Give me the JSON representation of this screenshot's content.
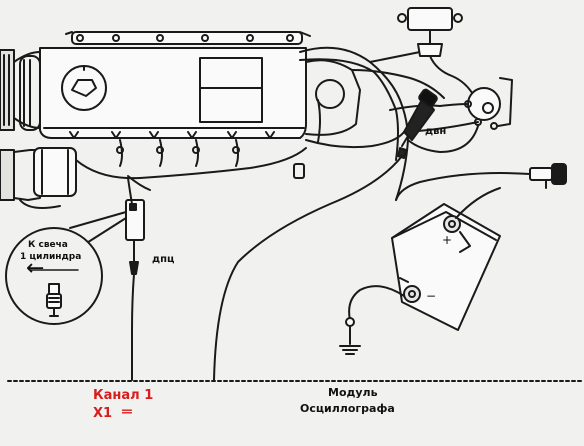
{
  "labels": {
    "sensor_dvn": "двн",
    "sensor_dpts": "дпц",
    "plug_line1": "К свеча",
    "plug_line2": "1 цилиндра",
    "arrow_glyph": "←",
    "channel": "Канал 1",
    "connector": "X1",
    "connector_symbol": "═",
    "module_line1": "Модуль",
    "module_line2": "Осциллографа"
  },
  "colors": {
    "line": "#1a1a1a",
    "accent_red": "#d91c1c",
    "background": "#f1f1ef"
  }
}
